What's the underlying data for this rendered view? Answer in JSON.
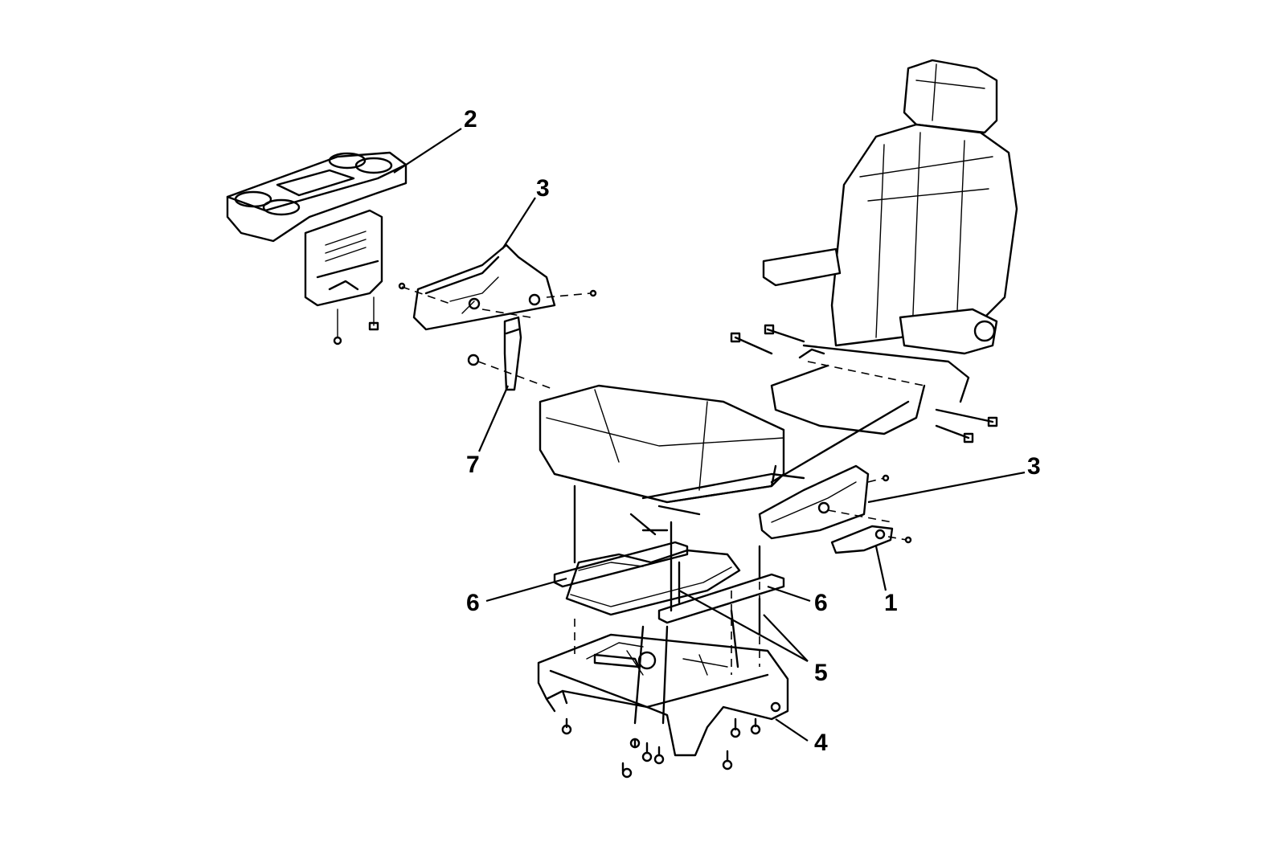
{
  "diagram": {
    "callouts": [
      {
        "id": "c2",
        "text": "2"
      },
      {
        "id": "c3a",
        "text": "3"
      },
      {
        "id": "c3b",
        "text": "3"
      },
      {
        "id": "c7",
        "text": "7"
      },
      {
        "id": "c1",
        "text": "1"
      },
      {
        "id": "c6a",
        "text": "6"
      },
      {
        "id": "c6b",
        "text": "6"
      },
      {
        "id": "c5",
        "text": "5"
      },
      {
        "id": "c4",
        "text": "4"
      }
    ],
    "ink_color": "#000000",
    "background_color": "#ffffff"
  }
}
